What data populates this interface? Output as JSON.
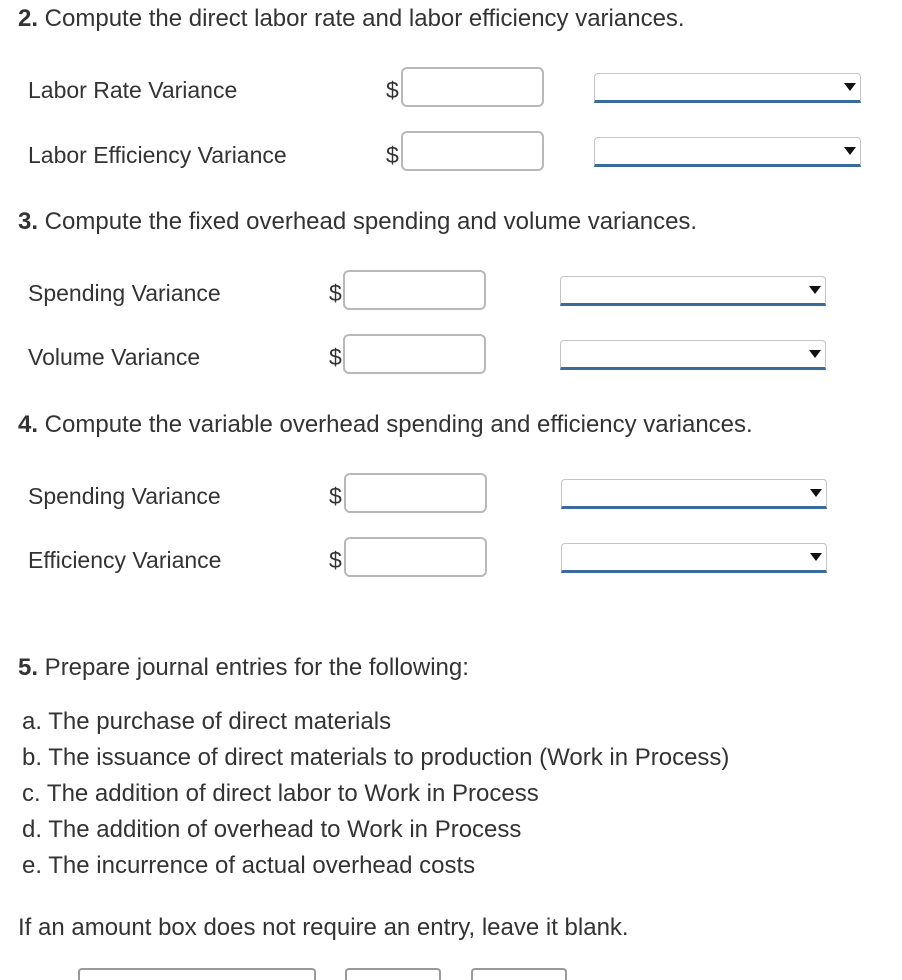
{
  "q2": {
    "number": "2.",
    "text": " Compute the direct labor rate and labor efficiency variances.",
    "rows": [
      {
        "label": "Labor Rate Variance",
        "currency": "$",
        "value": "",
        "type": ""
      },
      {
        "label": "Labor Efficiency Variance",
        "currency": "$",
        "value": "",
        "type": ""
      }
    ]
  },
  "q3": {
    "number": "3.",
    "text": " Compute the fixed overhead spending and volume variances.",
    "rows": [
      {
        "label": "Spending Variance",
        "currency": "$",
        "value": "",
        "type": ""
      },
      {
        "label": "Volume Variance",
        "currency": "$",
        "value": "",
        "type": ""
      }
    ]
  },
  "q4": {
    "number": "4.",
    "text": " Compute the variable overhead spending and efficiency variances.",
    "rows": [
      {
        "label": "Spending Variance",
        "currency": "$",
        "value": "",
        "type": ""
      },
      {
        "label": "Efficiency Variance",
        "currency": "$",
        "value": "",
        "type": ""
      }
    ]
  },
  "q5": {
    "number": "5.",
    "text": " Prepare journal entries for the following:",
    "items": [
      "a. The purchase of direct materials",
      "b. The issuance of direct materials to production (Work in Process)",
      "c. The addition of direct labor to Work in Process",
      "d. The addition of overhead to Work in Process",
      "e. The incurrence of actual overhead costs"
    ]
  },
  "note": "If an amount box does not require an entry, leave it blank.",
  "colors": {
    "select_underline": "#3b6b9a",
    "box_border": "#b8b8b8",
    "text": "#333333"
  },
  "icons": {
    "dropdown": "caret-down-icon"
  }
}
